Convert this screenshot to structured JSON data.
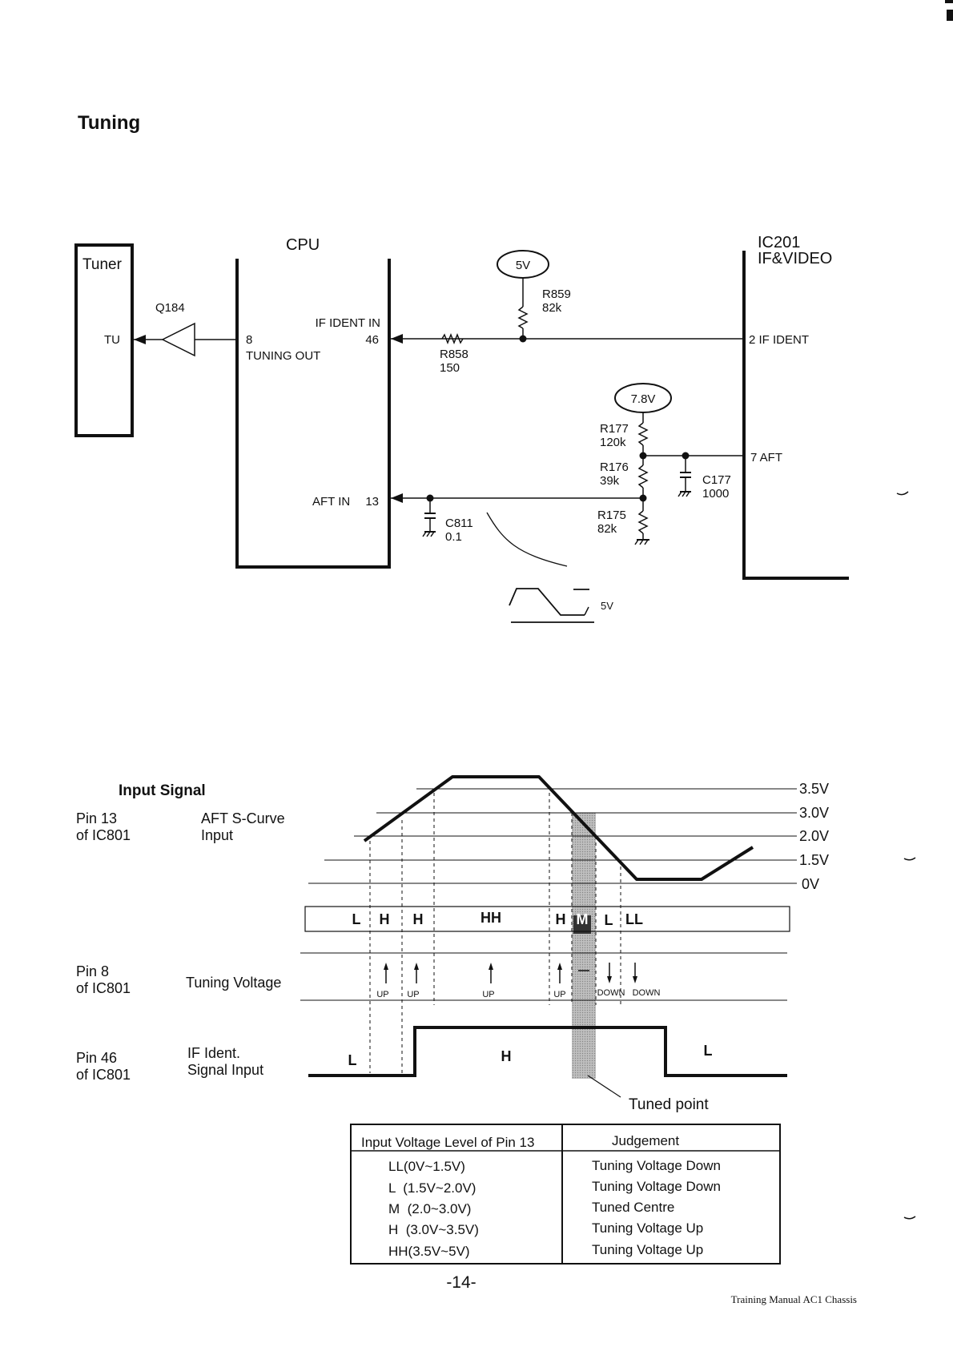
{
  "page_title": "Tuning",
  "schematic": {
    "tuner": {
      "box": "Tuner",
      "pin": "TU"
    },
    "q184": "Q184",
    "cpu": {
      "title": "CPU",
      "pin8_num": "8",
      "pin8_label": "TUNING OUT",
      "pin46_label": "IF IDENT IN",
      "pin46_num": "46",
      "pin13_label": "AFT IN",
      "pin13_num": "13"
    },
    "ic201": {
      "line1": "IC201",
      "line2": "IF&VIDEO",
      "pin2": "2 IF IDENT",
      "pin7": "7 AFT"
    },
    "supply_5v": "5V",
    "supply_78v": "7.8V",
    "r859": {
      "name": "R859",
      "value": "82k"
    },
    "r858": {
      "name": "R858",
      "value": "150"
    },
    "r177": {
      "name": "R177",
      "value": "120k"
    },
    "r176": {
      "name": "R176",
      "value": "39k"
    },
    "r175": {
      "name": "R175",
      "value": "82k"
    },
    "c177": {
      "name": "C177",
      "value": "1000"
    },
    "c811": {
      "name": "C811",
      "value": "0.1"
    },
    "curve_5v": "5V"
  },
  "timing": {
    "input_signal": "Input Signal",
    "pin13": {
      "pin": "Pin 13",
      "ic": "of IC801",
      "desc1": "AFT S-Curve",
      "desc2": "Input"
    },
    "pin8": {
      "pin": "Pin 8",
      "ic": "of IC801",
      "desc1": "Tuning Voltage"
    },
    "pin46": {
      "pin": "Pin 46",
      "ic": "of IC801",
      "desc1": "IF Ident.",
      "desc2": "Signal Input"
    },
    "levels": [
      "3.5V",
      "3.0V",
      "2.0V",
      "1.5V",
      "0V"
    ],
    "zones": [
      "L",
      "H",
      "H",
      "HH",
      "H",
      "M",
      "L",
      "LL"
    ],
    "arrows": [
      {
        "dir": "up",
        "label": "UP"
      },
      {
        "dir": "up",
        "label": "UP"
      },
      {
        "dir": "up",
        "label": "UP"
      },
      {
        "dir": "up",
        "label": "UP"
      },
      {
        "dir": "down",
        "label": "DOWN"
      },
      {
        "dir": "down",
        "label": "DOWN"
      }
    ],
    "if_ident_levels": {
      "left": "L",
      "middle": "H",
      "right": "L"
    },
    "tuned_point": "Tuned point"
  },
  "judgement_table": {
    "headers": [
      "Input Voltage Level of Pin 13",
      "Judgement"
    ],
    "rows": [
      [
        "LL(0V~1.5V)",
        "Tuning Voltage Down"
      ],
      [
        "L  (1.5V~2.0V)",
        "Tuning Voltage Down"
      ],
      [
        "M  (2.0~3.0V)",
        "Tuned Centre"
      ],
      [
        "H  (3.0V~3.5V)",
        "Tuning Voltage Up"
      ],
      [
        "HH(3.5V~5V)",
        "Tuning Voltage Up"
      ]
    ]
  },
  "page_number": "-14-",
  "footer": "Training Manual AC1 Chassis"
}
